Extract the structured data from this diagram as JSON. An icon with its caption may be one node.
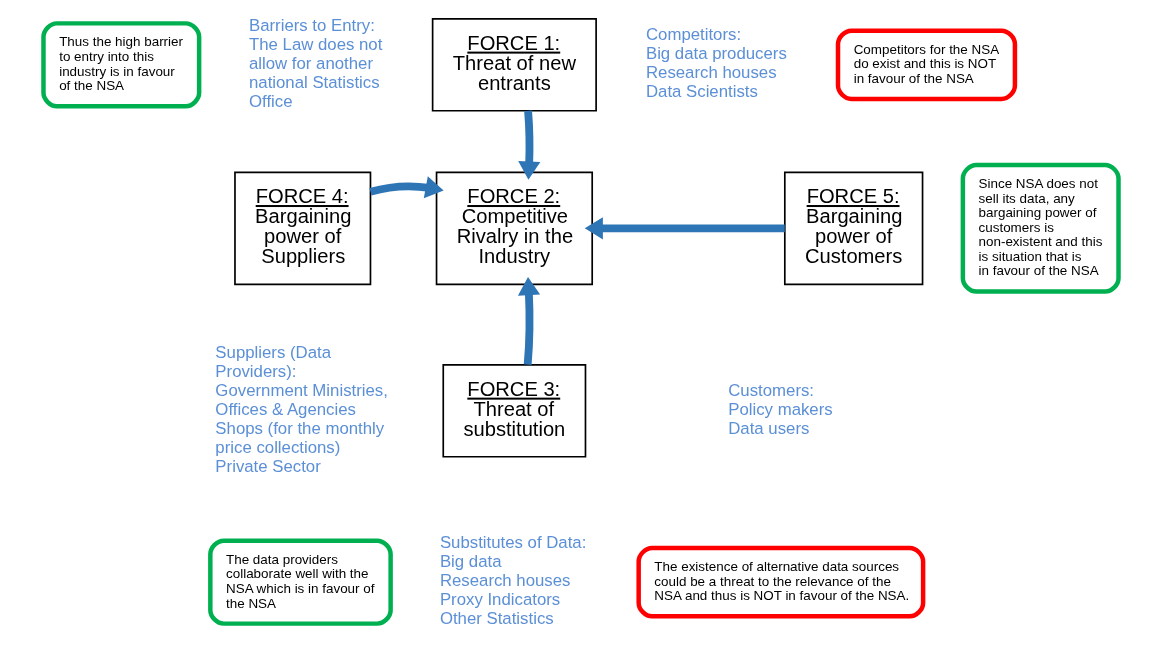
{
  "diagram": {
    "nodes": [
      {
        "text": [
          "FORCE 1:",
          "Threat of new entrants"
        ],
        "beside": [
          "Barriers to Entry: The Law does not allow for another national Statistics Office"
        ]
      },
      {
        "text": [
          "FORCE 2:",
          "Competitive Rivalry in the Industry"
        ],
        "beside": [
          "Competitors:",
          "Big data producers",
          "Research houses",
          "Data Scientists"
        ]
      },
      {
        "text": [
          "FORCE 3:",
          "Threat of substitution"
        ],
        "beside": [
          "Substitutes of Data:",
          "Big data",
          "Research houses",
          "Proxy Indicators",
          "Other Statistics"
        ]
      },
      {
        "text": [
          "FORCE 4:",
          "Bargaining power of Suppliers"
        ],
        "beside": [
          "Suppliers (Data Providers):",
          "Government Ministries, Offices & Agencies",
          "Shops (for the monthly price collections)",
          "Private Sector"
        ]
      },
      {
        "text": [
          "FORCE 5:",
          "Bargaining power of Customers"
        ],
        "beside": [
          "Customers:",
          "Policy makers",
          "Data users"
        ]
      },
      {
        "text": [
          "Thus the high barrier to entry into this industry is in favour of the NSA"
        ]
      },
      {
        "text": [
          "Competitors for the NSA do exist and this is NOT in favour of the NSA"
        ]
      },
      {
        "text": [
          "The data providers collaborate well with the NSA which is in favour of the NSA"
        ]
      },
      {
        "text": [
          "Since NSA does not sell its data, any bargaining power of customers is non-existent and this is situation that is in favour of the NSA"
        ]
      },
      {
        "text": [
          "The existence of alternative data sources could be a threat to the relevance of the NSA and thus is NOT in favour of the NSA."
        ]
      }
    ],
    "edges": [
      {
        "from": 0,
        "to": 1,
        "arrow": "to"
      },
      {
        "from": 3,
        "to": 1,
        "arrow": "to"
      },
      {
        "from": 2,
        "to": 1,
        "arrow": "to"
      },
      {
        "from": 4,
        "to": 1,
        "arrow": "to"
      }
    ]
  }
}
